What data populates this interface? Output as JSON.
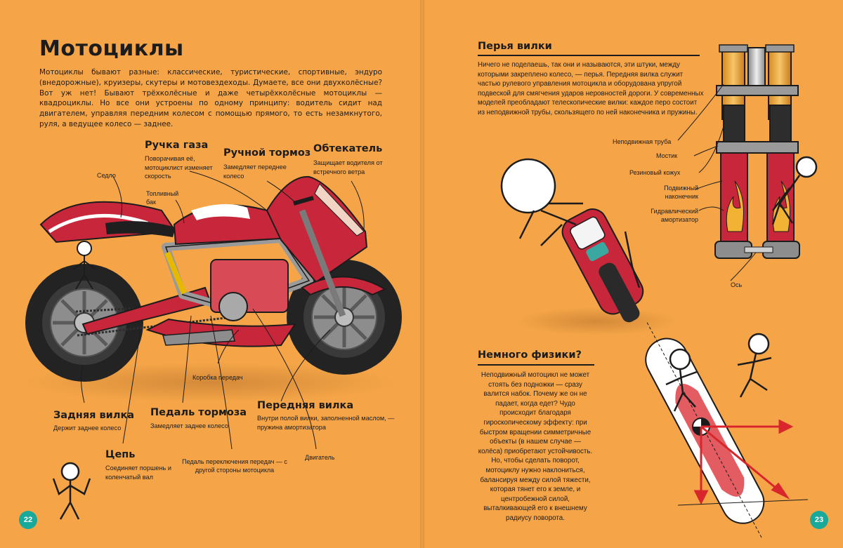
{
  "left_page": {
    "title": "Мотоциклы",
    "intro": "Мотоциклы бывают разные: классические, туристические, спортивные, эндуро (внедорожные), круизеры, скутеры и мотовездеходы. Думаете, все они двухколёсные? Вот уж нет! Бывают трёхколёсные и даже четырёхколёсные мотоциклы — квадроциклы. Но все они устроены по одному принципу: водитель сидит над двигателем, управляя передним колесом с помощью прямого, то есть незамкнутого, руля, а ведущее колесо — заднее.",
    "page_number": "22",
    "labels": {
      "throttle": {
        "title": "Ручка газа",
        "desc": "Поворачивая её, мотоциклист изменяет скорость"
      },
      "hand_brake": {
        "title": "Ручной тормоз",
        "desc": "Замедляет переднее колесо"
      },
      "fairing": {
        "title": "Обтекатель",
        "desc": "Защищает водителя от встречного ветра"
      },
      "seat": "Седло",
      "fuel_tank": "Топливный бак",
      "gearbox": "Коробка передач",
      "rear_fork": {
        "title": "Задняя вилка",
        "desc": "Держит заднее колесо"
      },
      "brake_pedal": {
        "title": "Педаль тормоза",
        "desc": "Замедляет заднее колесо"
      },
      "front_fork": {
        "title": "Передняя вилка",
        "desc": "Внутри полой вилки, заполненной маслом, — пружина амортизатора"
      },
      "chain": {
        "title": "Цепь",
        "desc": "Соединяет поршень и коленчатый вал"
      },
      "gear_pedal": "Педаль переключения передач — с другой стороны мотоцикла",
      "engine": "Двигатель"
    }
  },
  "right_page": {
    "page_number": "23",
    "fork_section": {
      "title": "Перья вилки",
      "text": "Ничего не поделаешь, так они и называются, эти штуки, между которыми закреплено колесо, — перья. Передняя вилка служит частью рулевого управления мотоцикла и оборудована упругой подвеской для смягчения ударов неровностей дороги. У современных моделей преобладают телескопические вилки: каждое перо состоит из неподвижной трубы, скользящего по ней наконечника и пружины.",
      "labels": {
        "fixed_tube": "Неподвижная труба",
        "bridge": "Мостик",
        "rubber_boot": "Резиновый кожух",
        "moving_tip": "Подвижный наконечник",
        "hydraulic": "Гидравлический амортизатор",
        "axle": "Ось"
      }
    },
    "physics_section": {
      "title": "Немного физики?",
      "text": "Неподвижный мотоцикл не может стоять без подножки — сразу валится набок. Почему же он не падает, когда едет? Чудо происходит благодаря гироскопическому эффекту: при быстром вращении симметричные объекты (в нашем случае — колёса) приобретают устойчивость. Но, чтобы сделать поворот, мотоциклу нужно наклониться, балансируя между силой тяжести, которая тянет его к земле, и центробежной силой, выталкивающей его к внешнему радиусу поворота."
    }
  },
  "colors": {
    "background": "#f5a547",
    "bike_red": "#c8263a",
    "frame_grey": "#9a9a9a",
    "page_badge": "#19a99a",
    "arrow_red": "#d9262c"
  }
}
